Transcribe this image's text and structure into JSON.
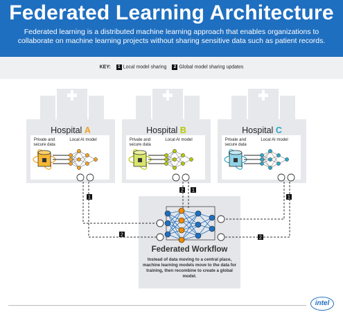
{
  "header": {
    "title": "Federated Learning Architecture",
    "subtitle": "Federated learning is a distributed machine learning approach that enables organizations to collaborate on machine learning projects without sharing sensitive data such as patient records."
  },
  "key": {
    "label": "KEY:",
    "items": [
      {
        "num": "1",
        "text": "Local model sharing"
      },
      {
        "num": "2",
        "text": "Global model sharing updates"
      }
    ]
  },
  "hospitals": [
    {
      "prefix": "Hospital",
      "letter": "A",
      "color": "#f0a020",
      "private_label": "Private and secure data",
      "model_label": "Local AI model"
    },
    {
      "prefix": "Hospital",
      "letter": "B",
      "color": "#b5c800",
      "private_label": "Private and secure data",
      "model_label": "Local AI model"
    },
    {
      "prefix": "Hospital",
      "letter": "C",
      "color": "#2aa8c8",
      "private_label": "Private and secure data",
      "model_label": "Local AI model"
    }
  ],
  "workflow": {
    "title": "Federated Workflow",
    "description": "Instead of data moving to a central place, machine learning models move to the data for training, then recombine to create a global model."
  },
  "footer": {
    "logo": "intel"
  },
  "colors": {
    "header_bg": "#1f6fc0",
    "key_bg": "#eef0f2",
    "building_bg": "#e6e8eb",
    "node_blue": "#1f6fc0",
    "node_orange": "#f08a00"
  }
}
